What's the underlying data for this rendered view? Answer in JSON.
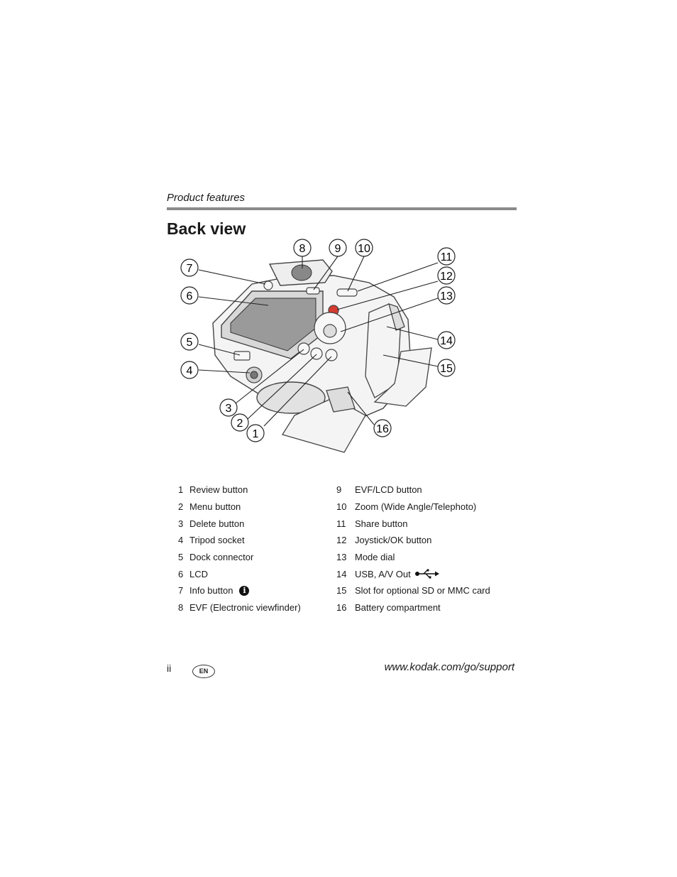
{
  "header": {
    "section": "Product features"
  },
  "title": "Back view",
  "callouts": [
    "1",
    "2",
    "3",
    "4",
    "5",
    "6",
    "7",
    "8",
    "9",
    "10",
    "11",
    "12",
    "13",
    "14",
    "15",
    "16"
  ],
  "legend": {
    "left": [
      {
        "num": "1",
        "label": "Review button"
      },
      {
        "num": "2",
        "label": "Menu button"
      },
      {
        "num": "3",
        "label": "Delete button"
      },
      {
        "num": "4",
        "label": "Tripod socket"
      },
      {
        "num": "5",
        "label": "Dock connector"
      },
      {
        "num": "6",
        "label": "LCD"
      },
      {
        "num": "7",
        "label": "Info button"
      },
      {
        "num": "8",
        "label": "EVF (Electronic viewfinder)"
      }
    ],
    "right": [
      {
        "num": "9",
        "label": "EVF/LCD button"
      },
      {
        "num": "10",
        "label": "Zoom (Wide Angle/Telephoto)"
      },
      {
        "num": "11",
        "label": "Share button"
      },
      {
        "num": "12",
        "label": "Joystick/OK button"
      },
      {
        "num": "13",
        "label": "Mode dial"
      },
      {
        "num": "14",
        "label": "USB, A/V Out"
      },
      {
        "num": "15",
        "label": "Slot for optional SD or MMC card"
      },
      {
        "num": "16",
        "label": "Battery compartment"
      }
    ]
  },
  "footer": {
    "page": "ii",
    "language": "EN",
    "url": "www.kodak.com/go/support"
  }
}
